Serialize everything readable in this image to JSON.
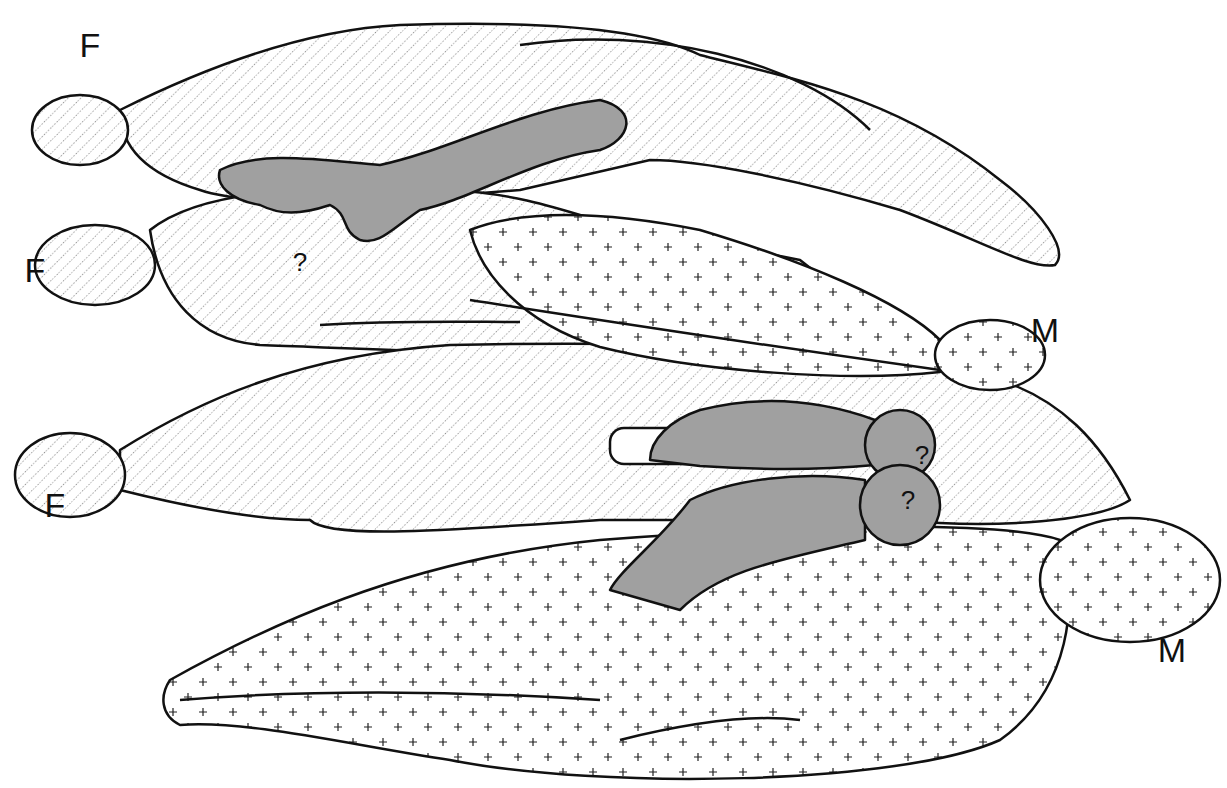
{
  "diagram": {
    "labels": [
      "F",
      "?",
      "F",
      "M",
      "?",
      "?",
      "F",
      "M"
    ]
  }
}
